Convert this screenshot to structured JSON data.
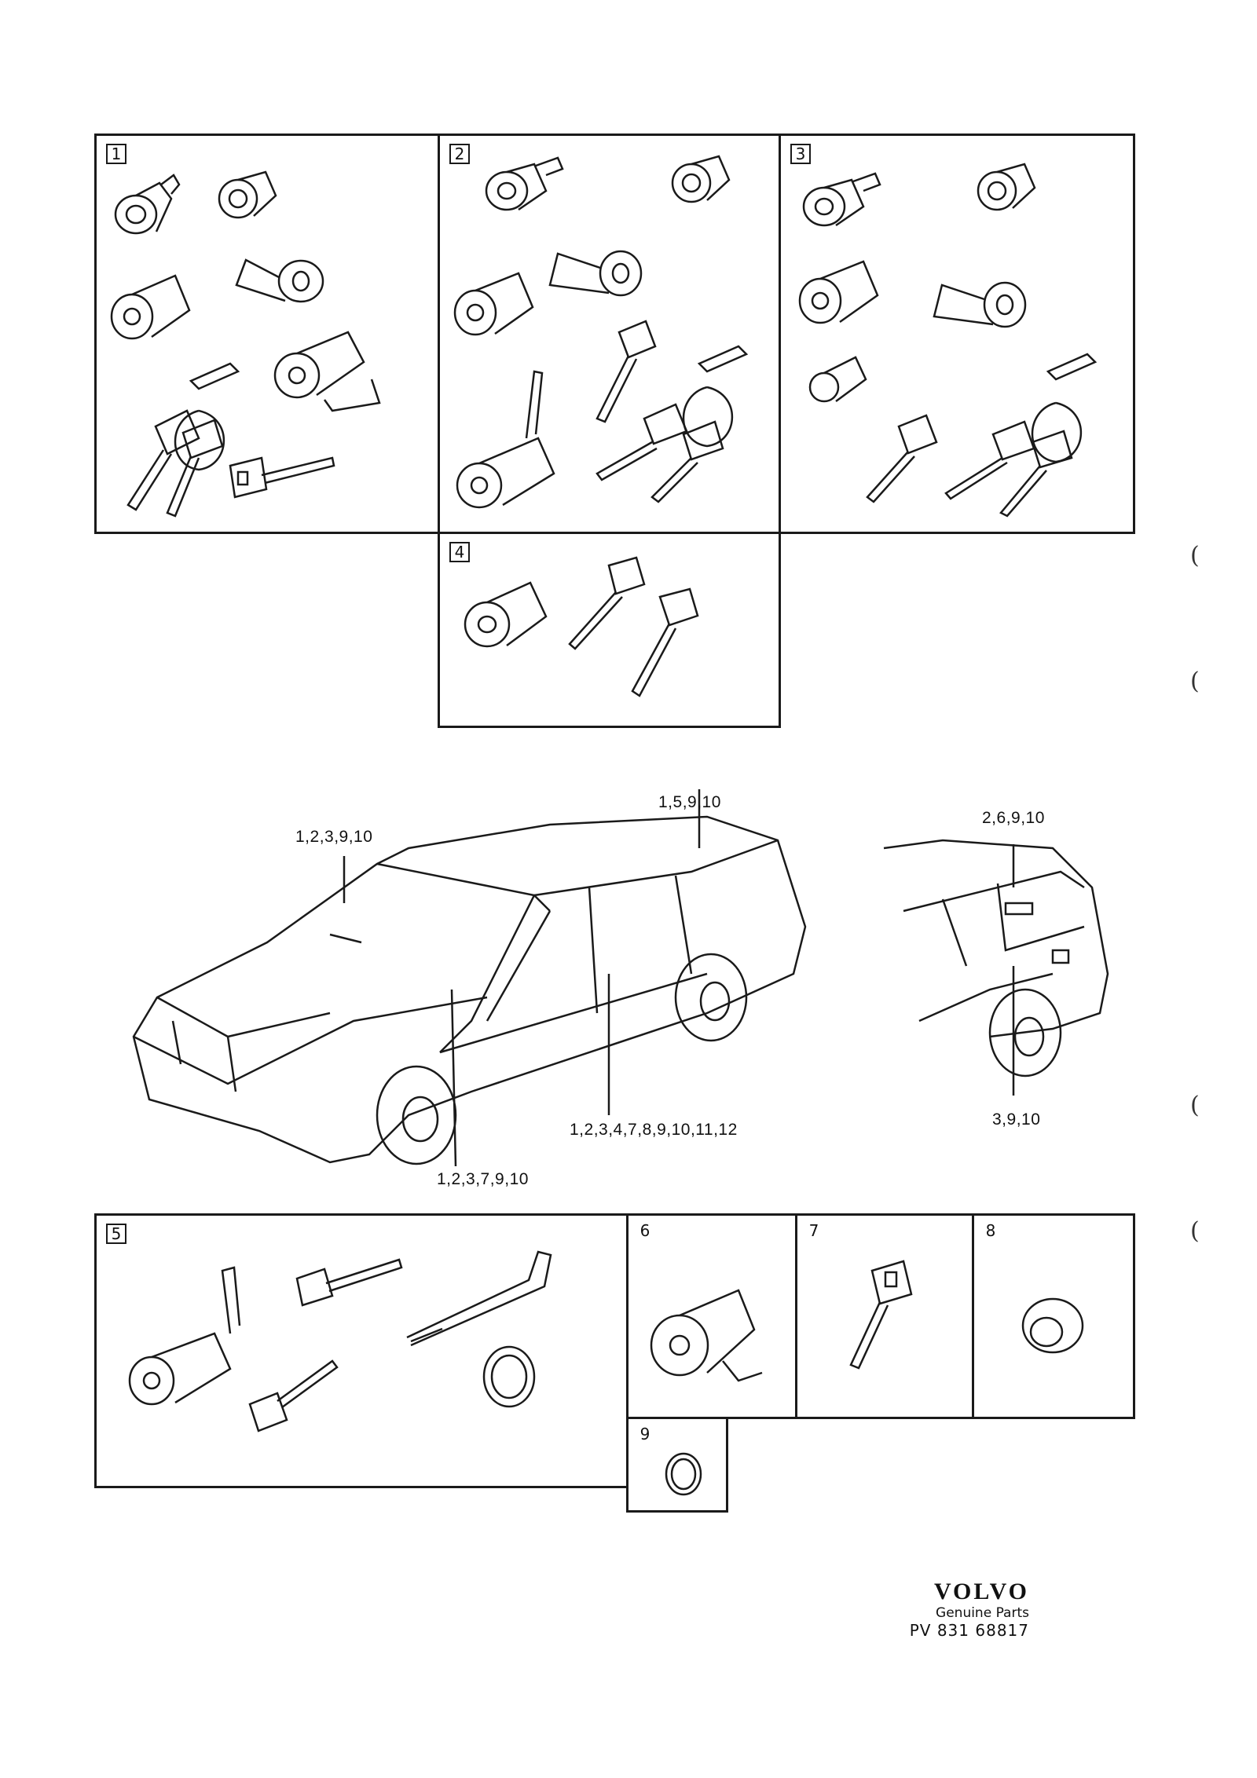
{
  "panels": {
    "p1": "1",
    "p2": "2",
    "p3": "3",
    "p4": "4",
    "p5": "5",
    "p6": "6",
    "p7": "7",
    "p8": "8",
    "p9": "9"
  },
  "callouts": {
    "hood": "1,2,3,9,10",
    "trunk": "1,5,9,10",
    "front_door": "1,2,3,7,9,10",
    "rear_door": "1,2,3,4,7,8,9,10,11,12",
    "wagon_tailgate": "2,6,9,10",
    "wagon_fuel": "3,9,10"
  },
  "brand": {
    "logo": "VOLVO",
    "subtitle": "Genuine Parts",
    "code": "PV 831 68817"
  },
  "margin_marks": [
    "(",
    "(",
    "(",
    "("
  ],
  "colors": {
    "line": "#1a1a1a",
    "background": "#ffffff"
  }
}
